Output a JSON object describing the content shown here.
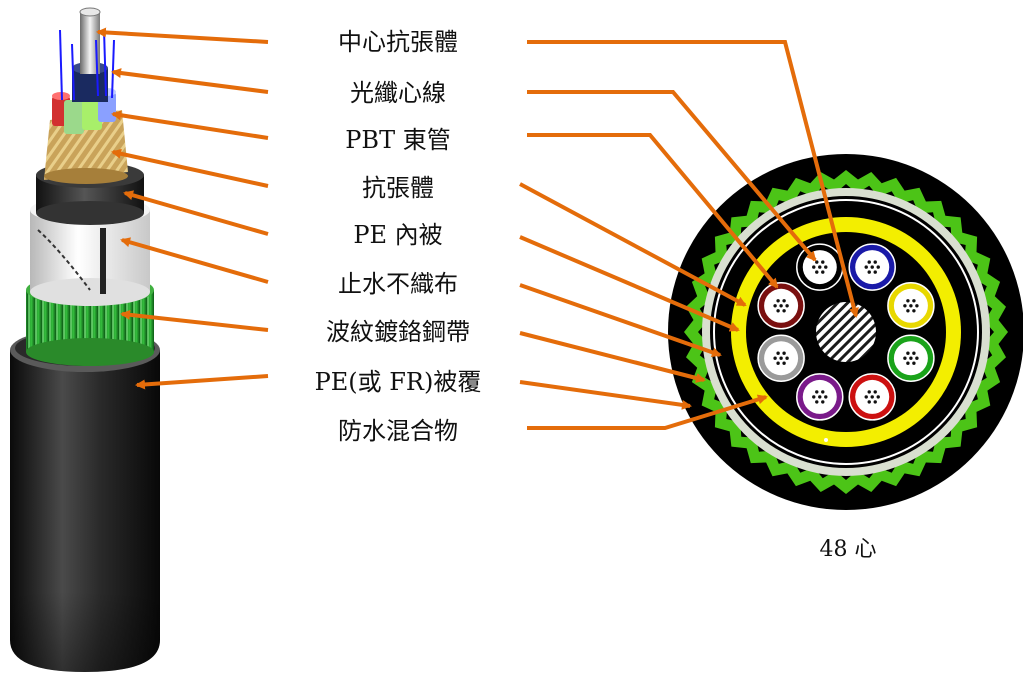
{
  "labels": [
    "中心抗張體",
    "光纖心線",
    "PBT 東管",
    "抗張體",
    "PE 內被",
    "止水不織布",
    "波紋鍍鉻鋼帶",
    "PE(或 FR)被覆",
    "防水混合物"
  ],
  "caption": "48 心",
  "colors": {
    "arrow": "#e46c0a",
    "jacket": "#000000",
    "corrugated_tape": "#4cc417",
    "water_blocking": "#d9dfd0",
    "inner_sheath": "#000000",
    "filling_ring": "#f3ee00",
    "tube_colors": [
      "#000000",
      "#1a1aa8",
      "#e8d800",
      "#1aa31a",
      "#cc1010",
      "#7a1a8a",
      "#9a9a9a",
      "#7a1010"
    ]
  }
}
